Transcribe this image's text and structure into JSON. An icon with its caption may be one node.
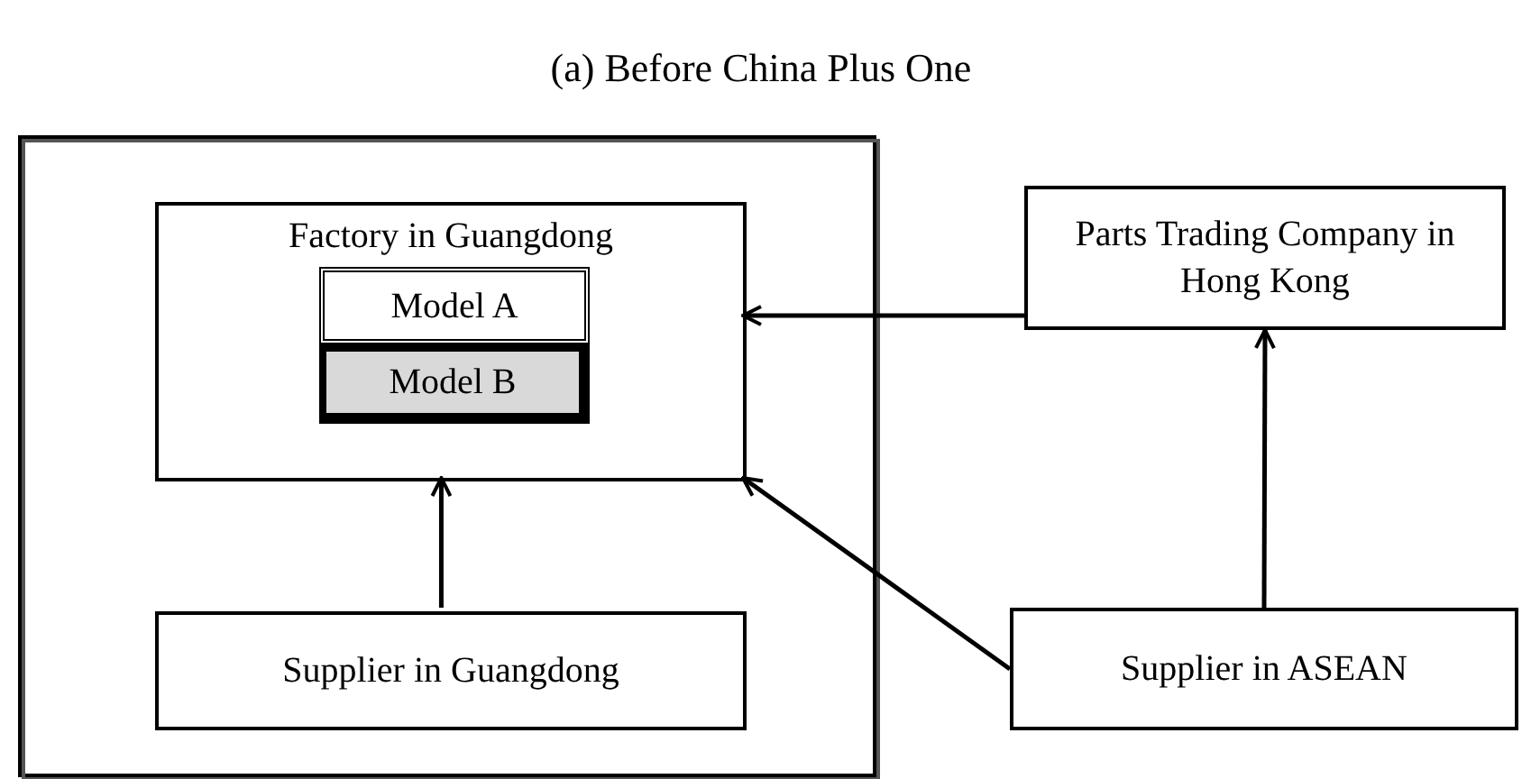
{
  "diagram": {
    "title": "(a) Before China Plus One",
    "nodes": [
      {
        "text": [],
        "shape": "box"
      },
      {
        "text": [
          "Factory in Guangdong"
        ],
        "in": 0
      },
      {
        "text": [
          "Model A"
        ],
        "in": 1
      },
      {
        "text": [
          "Model B"
        ],
        "in": 1
      },
      {
        "text": [
          "Parts Trading Company in Hong Kong"
        ]
      },
      {
        "text": [
          "Supplier in Guangdong"
        ],
        "in": 0
      },
      {
        "text": [
          "Supplier in ASEAN"
        ]
      }
    ],
    "edges": [
      {
        "from": 4,
        "to": 1,
        "arrow": "to"
      },
      {
        "from": 5,
        "to": 1,
        "arrow": "to"
      },
      {
        "from": 6,
        "to": 4,
        "arrow": "to"
      },
      {
        "from": 6,
        "to": 1,
        "arrow": "to"
      }
    ]
  }
}
